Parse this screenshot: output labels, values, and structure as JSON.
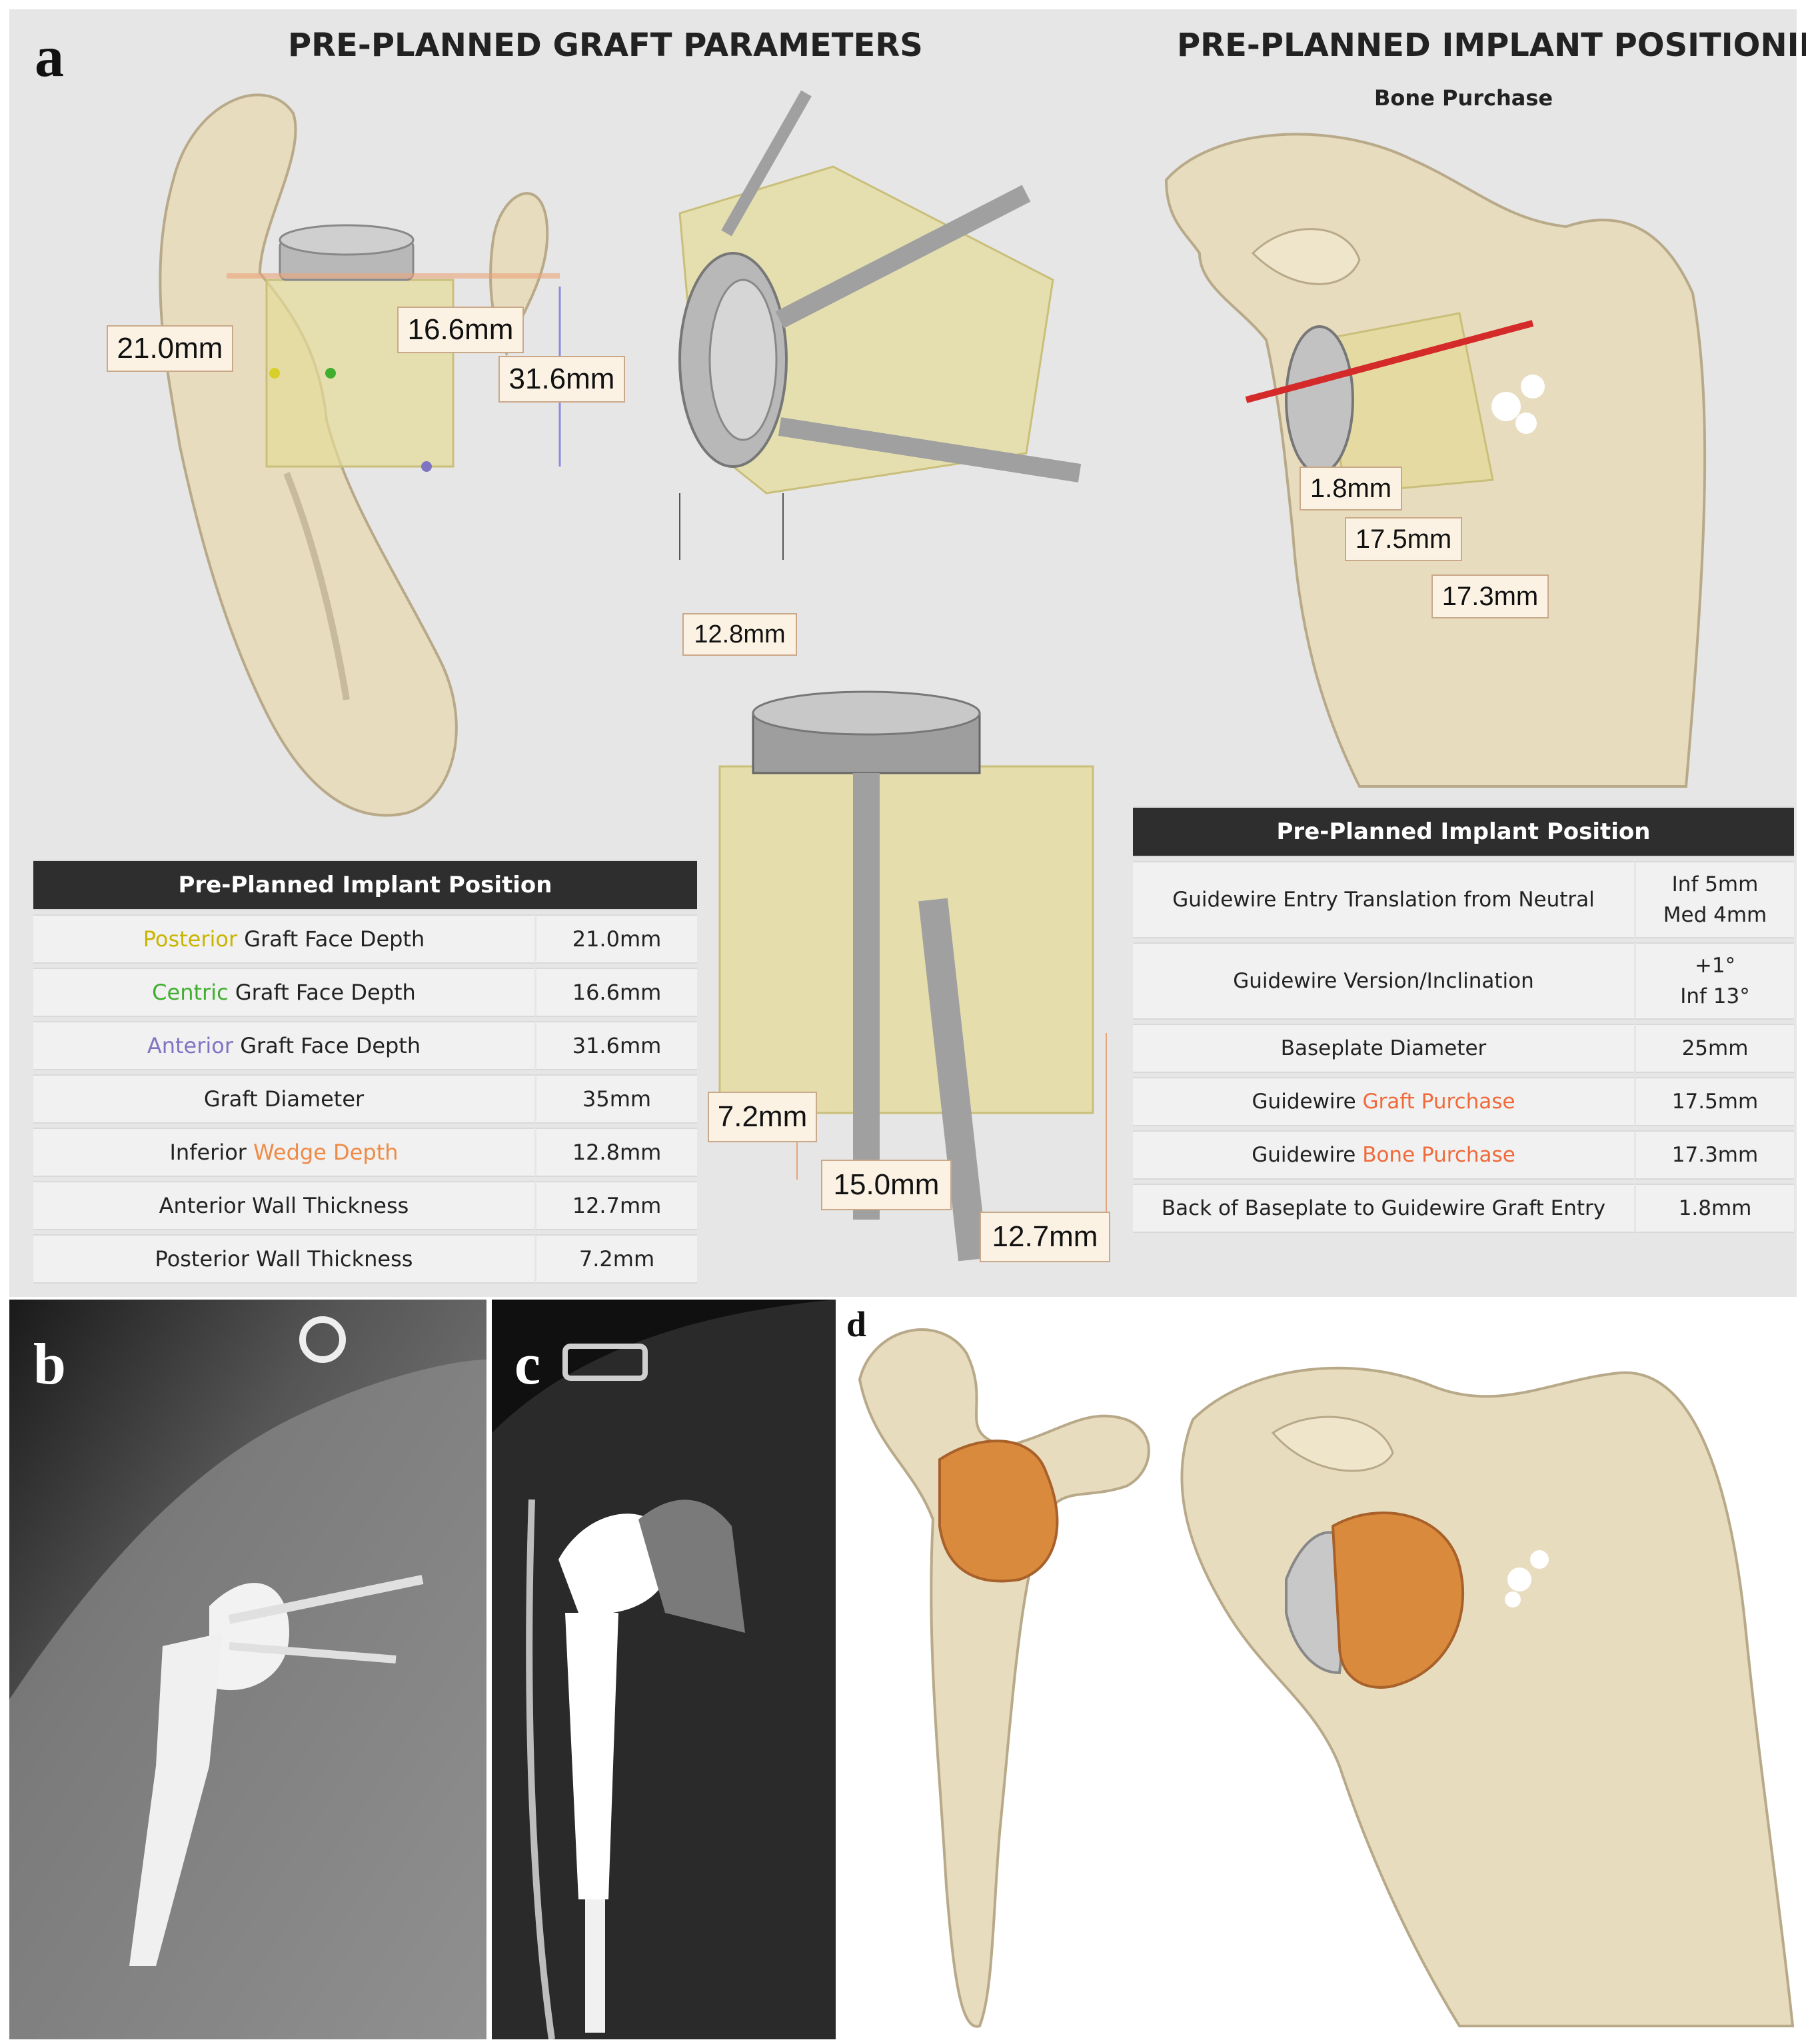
{
  "panel_a": {
    "letter": "a",
    "heading_left": "PRE-PLANNED GRAFT PARAMETERS",
    "heading_right": "PRE-PLANNED IMPLANT POSITIONING",
    "subheading_right": "Bone Purchase",
    "measurements": {
      "m21_0": "21.0mm",
      "m16_6": "16.6mm",
      "m31_6": "31.6mm",
      "m12_8": "12.8mm",
      "m1_8": "1.8mm",
      "m17_5": "17.5mm",
      "m17_3": "17.3mm",
      "m7_2": "7.2mm",
      "m15_0": "15.0mm",
      "m12_7": "12.7mm"
    },
    "left_table": {
      "title": "Pre-Planned Implant Position",
      "rows": [
        {
          "prefix": "",
          "highlight": "Posterior",
          "suffix": " Graft Face Depth",
          "value": "21.0mm"
        },
        {
          "prefix": "",
          "highlight": "Centric",
          "suffix": " Graft Face Depth",
          "value": "16.6mm"
        },
        {
          "prefix": "",
          "highlight": "Anterior",
          "suffix": " Graft Face Depth",
          "value": "31.6mm"
        },
        {
          "prefix": "Graft Diameter",
          "highlight": "",
          "suffix": "",
          "value": "35mm"
        },
        {
          "prefix": "Inferior ",
          "highlight": "Wedge Depth",
          "suffix": "",
          "value": "12.8mm"
        },
        {
          "prefix": "Anterior Wall Thickness",
          "highlight": "",
          "suffix": "",
          "value": "12.7mm"
        },
        {
          "prefix": "Posterior Wall Thickness",
          "highlight": "",
          "suffix": "",
          "value": "7.2mm"
        }
      ]
    },
    "right_table": {
      "title": "Pre-Planned Implant Position",
      "rows": [
        {
          "prefix": "Guidewire Entry Translation from Neutral",
          "highlight": "",
          "value1": "Inf 5mm",
          "value2": "Med 4mm"
        },
        {
          "prefix": "Guidewire Version/Inclination",
          "highlight": "",
          "value1": "+1°",
          "value2": "Inf 13°"
        },
        {
          "prefix": "Baseplate Diameter",
          "highlight": "",
          "value1": "25mm",
          "value2": ""
        },
        {
          "prefix": "Guidewire ",
          "highlight": "Graft Purchase",
          "value1": "17.5mm",
          "value2": ""
        },
        {
          "prefix": "Guidewire ",
          "highlight": "Bone Purchase",
          "value1": "17.3mm",
          "value2": ""
        },
        {
          "prefix": "Back of Baseplate to Guidewire Graft Entry",
          "highlight": "",
          "value1": "1.8mm",
          "value2": ""
        }
      ]
    }
  },
  "panel_b": {
    "letter": "b"
  },
  "panel_c": {
    "letter": "c"
  },
  "panel_d": {
    "letter": "d"
  },
  "colors": {
    "panel_bg": "#e6e6e6",
    "bone": "#e8dcbf",
    "graft_yellow": "#e4db98",
    "graft_orange": "#d98a3c",
    "implant_gray": "#b8b8b8",
    "table_header": "#2e2e2e",
    "guidewire_red": "#d42a2a"
  }
}
